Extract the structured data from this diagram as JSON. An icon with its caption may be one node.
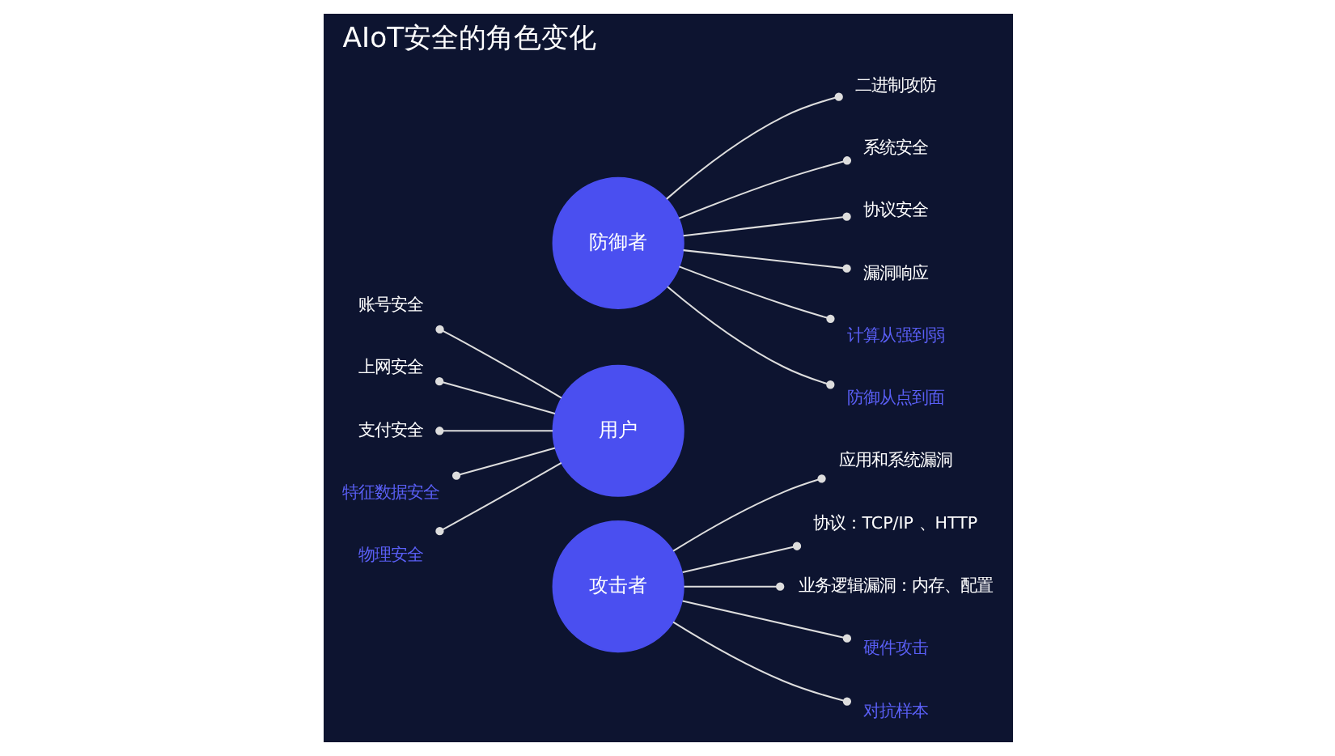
{
  "diagram": {
    "title": "AIoT安全的角色变化",
    "nodes": [
      {
        "text": [
          "攻击者"
        ]
      },
      {
        "text": [
          "应用和系统漏洞"
        ]
      },
      {
        "text": [
          "协议：TCP/IP 、HTTP"
        ]
      },
      {
        "text": [
          "业务逻辑漏洞：内存、配置"
        ]
      },
      {
        "text": [
          "硬件攻击"
        ]
      },
      {
        "text": [
          "对抗样本"
        ]
      },
      {
        "text": [
          "用户"
        ]
      },
      {
        "text": [
          "账号安全"
        ]
      },
      {
        "text": [
          "上网安全"
        ]
      },
      {
        "text": [
          "支付安全"
        ]
      },
      {
        "text": [
          "特征数据安全"
        ]
      },
      {
        "text": [
          "物理安全"
        ]
      },
      {
        "text": [
          "防御者"
        ]
      },
      {
        "text": [
          "二进制攻防"
        ]
      },
      {
        "text": [
          "系统安全"
        ]
      },
      {
        "text": [
          "协议安全"
        ]
      },
      {
        "text": [
          "漏洞响应"
        ]
      },
      {
        "text": [
          "计算从强到弱"
        ]
      },
      {
        "text": [
          "防御从点到面"
        ]
      }
    ],
    "edges": [
      {
        "from": 1,
        "to": 0,
        "arrow": "other"
      },
      {
        "from": 2,
        "to": 0,
        "arrow": "other"
      },
      {
        "from": 3,
        "to": 0,
        "arrow": "other"
      },
      {
        "from": 4,
        "to": 0,
        "arrow": "other"
      },
      {
        "from": 5,
        "to": 0,
        "arrow": "other"
      },
      {
        "from": 7,
        "to": 6,
        "arrow": "other"
      },
      {
        "from": 8,
        "to": 6,
        "arrow": "other"
      },
      {
        "from": 9,
        "to": 6,
        "arrow": "other"
      },
      {
        "from": 10,
        "to": 6,
        "arrow": "other"
      },
      {
        "from": 11,
        "to": 6,
        "arrow": "other"
      },
      {
        "from": 13,
        "to": 12,
        "arrow": "other"
      },
      {
        "from": 14,
        "to": 12,
        "arrow": "other"
      },
      {
        "from": 15,
        "to": 12,
        "arrow": "other"
      },
      {
        "from": 16,
        "to": 12,
        "arrow": "other"
      },
      {
        "from": 17,
        "to": 12,
        "arrow": "other"
      },
      {
        "from": 18,
        "to": 12,
        "arrow": "other"
      }
    ]
  }
}
